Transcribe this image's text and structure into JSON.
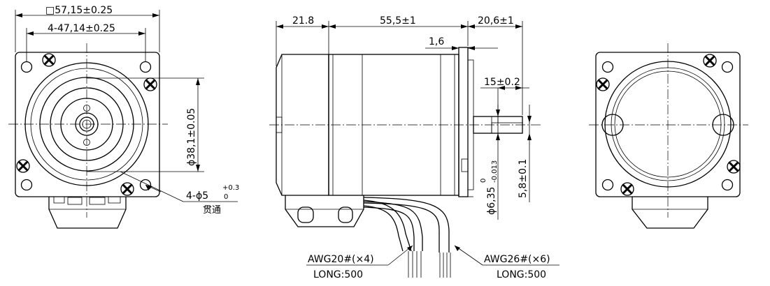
{
  "front_view": {
    "square_dim": "□57,15±0.25",
    "bolt_spacing_dim": "4-47,14±0.25",
    "pilot_dim": "ϕ38,1±0.05",
    "hole_dim_main": "4-ϕ5",
    "hole_dim_upper": "+0.3",
    "hole_dim_lower": "0",
    "hole_note": "贯通"
  },
  "side_view": {
    "rear_length": "21.8",
    "body_length": "55,5±1",
    "shaft_length": "20,6±1",
    "flange_thickness": "1,6",
    "flat_length": "15±0.2",
    "shaft_dia_main": "ϕ6,35",
    "shaft_dia_upper": "0",
    "shaft_dia_lower": "-0.013",
    "flat_depth": "5,8±0.1",
    "cable_left_spec": "AWG20#(×4)",
    "cable_left_len": "LONG:500",
    "cable_right_spec": "AWG26#(×6)",
    "cable_right_len": "LONG:500"
  }
}
